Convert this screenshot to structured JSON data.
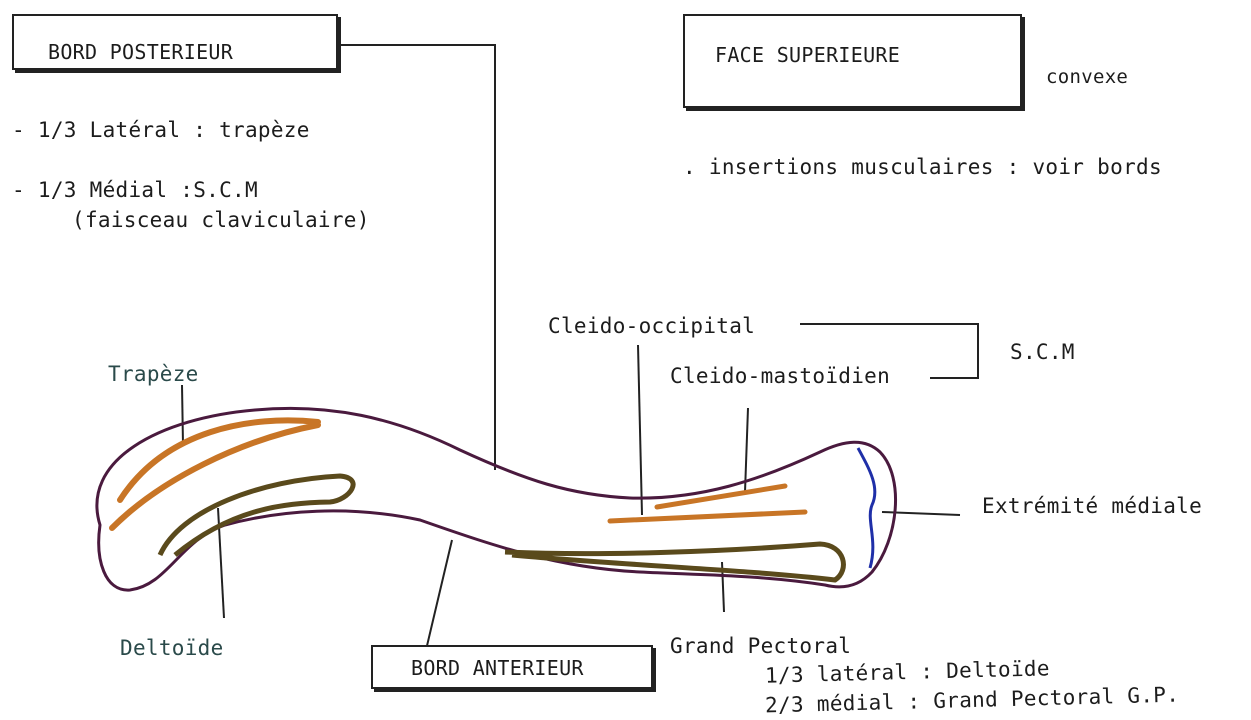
{
  "posterior_box": {
    "title": "BORD POSTERIEUR"
  },
  "posterior_notes": {
    "lateral": "- 1/3 Latéral : trapèze",
    "medial": "- 1/3 Médial :S.C.M",
    "medial_sub": "(faisceau claviculaire)"
  },
  "superior_box": {
    "title": "FACE SUPERIEURE"
  },
  "superior_notes": {
    "shape": "convexe",
    "insertions": ". insertions musculaires : voir bords"
  },
  "labels": {
    "trapeze": "Trapèze",
    "deltoide": "Deltoïde",
    "cleido_occipital": "Cleido-occipital",
    "cleido_mastoidien": "Cleido-mastoïdien",
    "scm": "S.C.M",
    "extremite": "Extrémité médiale",
    "grand_pectoral": "Grand Pectoral",
    "gp_lateral": "1/3 latéral : Deltoïde",
    "gp_medial": "2/3 médial : Grand Pectoral G.P."
  },
  "anterior_box": {
    "title": "BORD ANTERIEUR"
  },
  "colors": {
    "bone_outline": "#4a1a3e",
    "orange_insertion": "#c87526",
    "olive_insertion": "#5a4a1c",
    "medial_articular": "#1f2fa8",
    "label_teal": "#2a4a4a",
    "ink": "#1c1c1c"
  }
}
